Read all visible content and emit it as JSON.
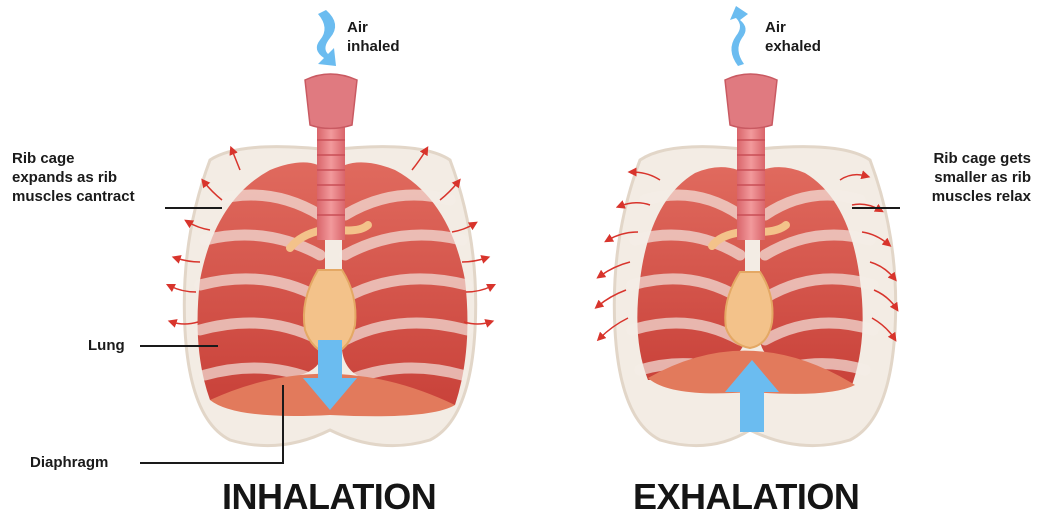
{
  "inhalation": {
    "title": "INHALATION",
    "air_label_line1": "Air",
    "air_label_line2": "inhaled",
    "rib_label_line1": "Rib cage",
    "rib_label_line2": "expands as rib",
    "rib_label_line3": "muscles cantract",
    "lung_label": "Lung",
    "diaphragm_label": "Diaphragm"
  },
  "exhalation": {
    "title": "EXHALATION",
    "air_label_line1": "Air",
    "air_label_line2": "exhaled",
    "rib_label_line1": "Rib cage gets",
    "rib_label_line2": "smaller as rib",
    "rib_label_line3": "muscles relax"
  },
  "colors": {
    "lung": "#d9544a",
    "lung_dark": "#b8322c",
    "rib": "#efe6dc",
    "trachea": "#e27a7e",
    "heart": "#f2c48a",
    "diaphragm": "#e0705a",
    "air_arrow": "#6bbcf0",
    "motion_arrow": "#d8342c"
  }
}
